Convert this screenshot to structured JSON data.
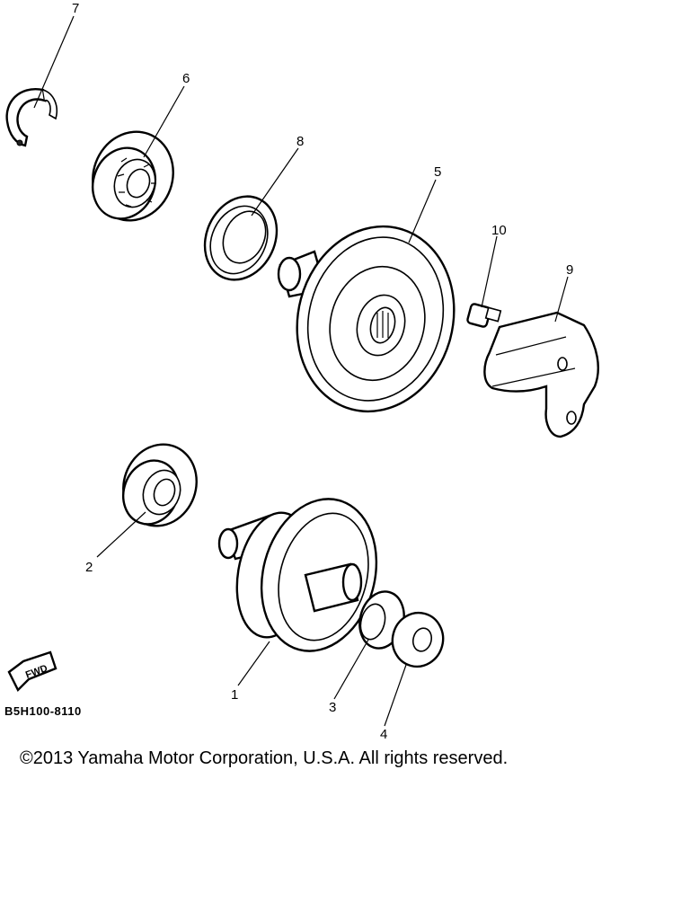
{
  "callouts": {
    "p1": "1",
    "p2": "2",
    "p3": "3",
    "p4": "4",
    "p5": "5",
    "p6": "6",
    "p7": "7",
    "p8": "8",
    "p9": "9",
    "p10": "10"
  },
  "fwd_label": "FWD",
  "diagram_code": "B5H100-8110",
  "copyright": "©2013 Yamaha Motor Corporation, U.S.A. All rights reserved."
}
